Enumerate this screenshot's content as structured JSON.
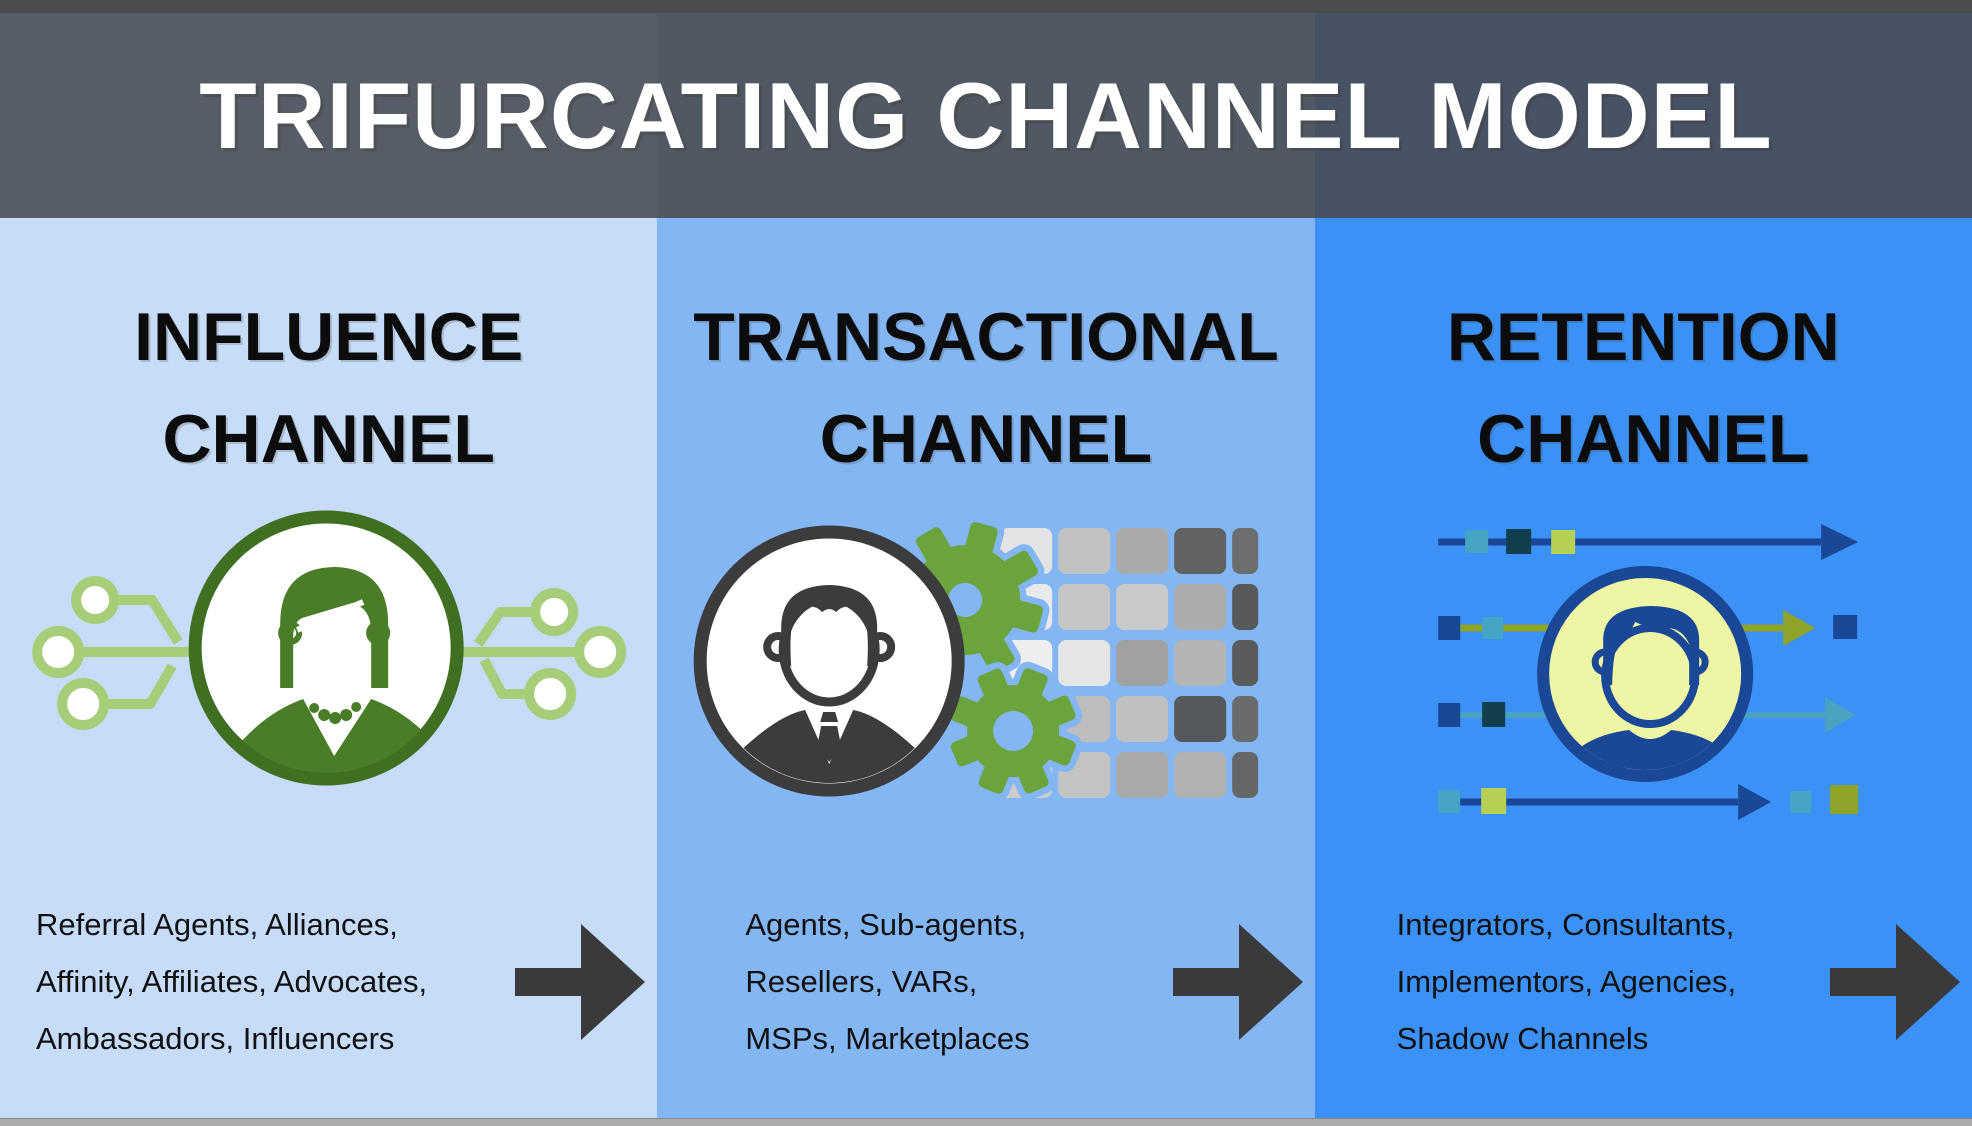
{
  "title": "TRIFURCATING CHANNEL MODEL",
  "columns": [
    {
      "id": "influence",
      "title": [
        "INFLUENCE",
        "CHANNEL"
      ],
      "description": [
        "Referral Agents, Alliances,",
        "Affinity, Affiliates, Advocates,",
        "Ambassadors, Influencers"
      ],
      "icon": "influencer-network-icon"
    },
    {
      "id": "transactional",
      "title": [
        "TRANSACTIONAL",
        "CHANNEL"
      ],
      "description": [
        "Agents, Sub-agents,",
        "Resellers, VARs,",
        "MSPs, Marketplaces"
      ],
      "icon": "salesperson-gears-data-grid-icon"
    },
    {
      "id": "retention",
      "title": [
        "RETENTION",
        "CHANNEL"
      ],
      "description": [
        "Integrators, Consultants,",
        "Implementors, Agencies,",
        "Shadow Channels"
      ],
      "icon": "customer-journey-arrows-icon"
    }
  ],
  "palette": {
    "top_strip": "#4b4c4e",
    "header_left": "#565d66",
    "header_middle": "#4f5863",
    "header_right": "#475365",
    "title_text": "#ffffff",
    "influence_bg": "#c6dcf8",
    "transactional_bg": "#84b6f4",
    "retention_bg": "#3b91f5",
    "influence_green": "#497d27",
    "influence_green_light": "#a8cd78",
    "transactional_charcoal": "#3c3c3e",
    "gear_green": "#6ba33d",
    "retention_navy": "#1b4896",
    "retention_pale_yellow": "#eef6a6",
    "retention_teal": "#45a3c4",
    "retention_dark_teal": "#113f4d",
    "retention_yellow_green": "#b6cf55",
    "retention_olive": "#8ea426",
    "flow_arrow": "#3a3a3c",
    "body_text": "#111111",
    "bottom_strip": "#ababab"
  }
}
